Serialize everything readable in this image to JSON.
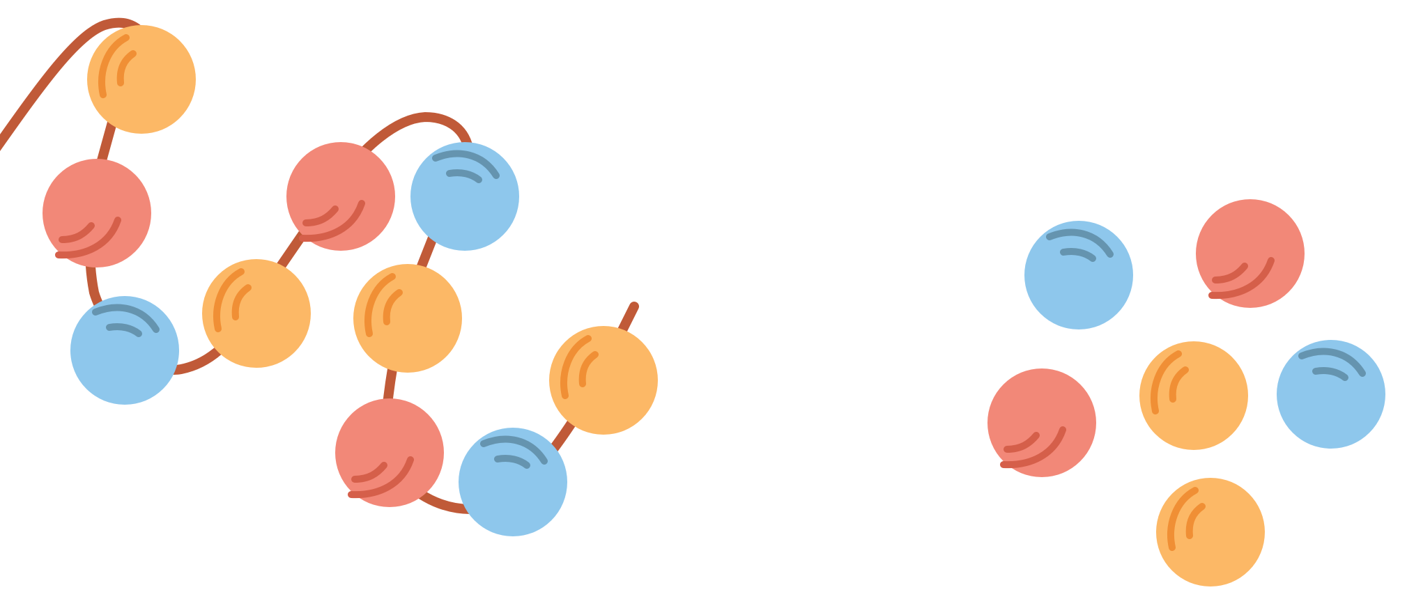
{
  "scene": {
    "colors": {
      "background": "#ffffff",
      "string": "#c05a38",
      "orange_bead": "#fcb866",
      "orange_shine": "#f08f35",
      "red_bead": "#f28878",
      "red_shine": "#d55f4a",
      "blue_bead": "#8ec7ec",
      "blue_shine": "#6594af"
    },
    "necklace": {
      "name": "bead-string",
      "beads": [
        {
          "name": "orange-bead",
          "color": "orange"
        },
        {
          "name": "red-bead",
          "color": "red"
        },
        {
          "name": "blue-bead",
          "color": "blue"
        },
        {
          "name": "orange-bead",
          "color": "orange"
        },
        {
          "name": "red-bead",
          "color": "red"
        },
        {
          "name": "blue-bead",
          "color": "blue"
        },
        {
          "name": "orange-bead",
          "color": "orange"
        },
        {
          "name": "red-bead",
          "color": "red"
        },
        {
          "name": "blue-bead",
          "color": "blue"
        },
        {
          "name": "orange-bead",
          "color": "orange"
        }
      ]
    },
    "loose_beads": [
      {
        "name": "loose-blue-bead",
        "color": "blue"
      },
      {
        "name": "loose-red-bead",
        "color": "red"
      },
      {
        "name": "loose-red-bead",
        "color": "red"
      },
      {
        "name": "loose-orange-bead",
        "color": "orange"
      },
      {
        "name": "loose-blue-bead",
        "color": "blue"
      },
      {
        "name": "loose-orange-bead",
        "color": "orange"
      }
    ]
  }
}
